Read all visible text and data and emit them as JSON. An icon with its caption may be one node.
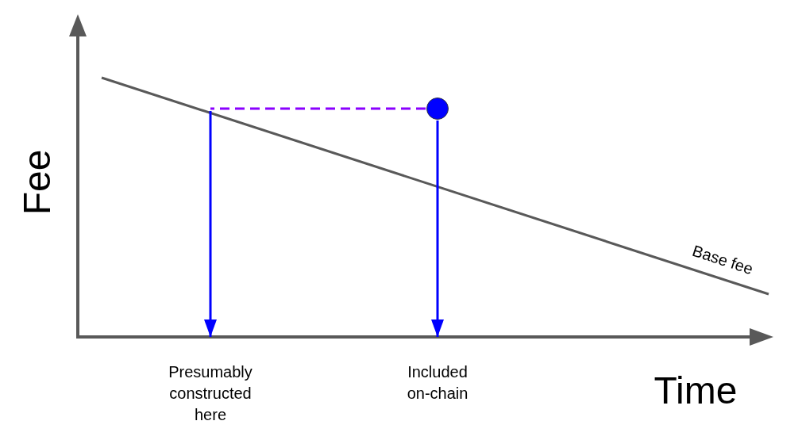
{
  "diagram": {
    "nodes": [
      {
        "text": [
          "Presumably constructed here"
        ]
      },
      {
        "text": [
          "Included on-chain"
        ]
      },
      {
        "text": [],
        "shape": "circle"
      }
    ],
    "edges": [
      {
        "from": null,
        "to": 0,
        "arrow": "to"
      },
      {
        "from": 2,
        "to": 1,
        "arrow": "to"
      },
      {
        "from": 2,
        "to": null,
        "arrow": "none",
        "style": "dashed",
        "color": "#8a00ff"
      }
    ],
    "labels": [
      "Fee",
      "Base fee",
      "Time"
    ]
  }
}
